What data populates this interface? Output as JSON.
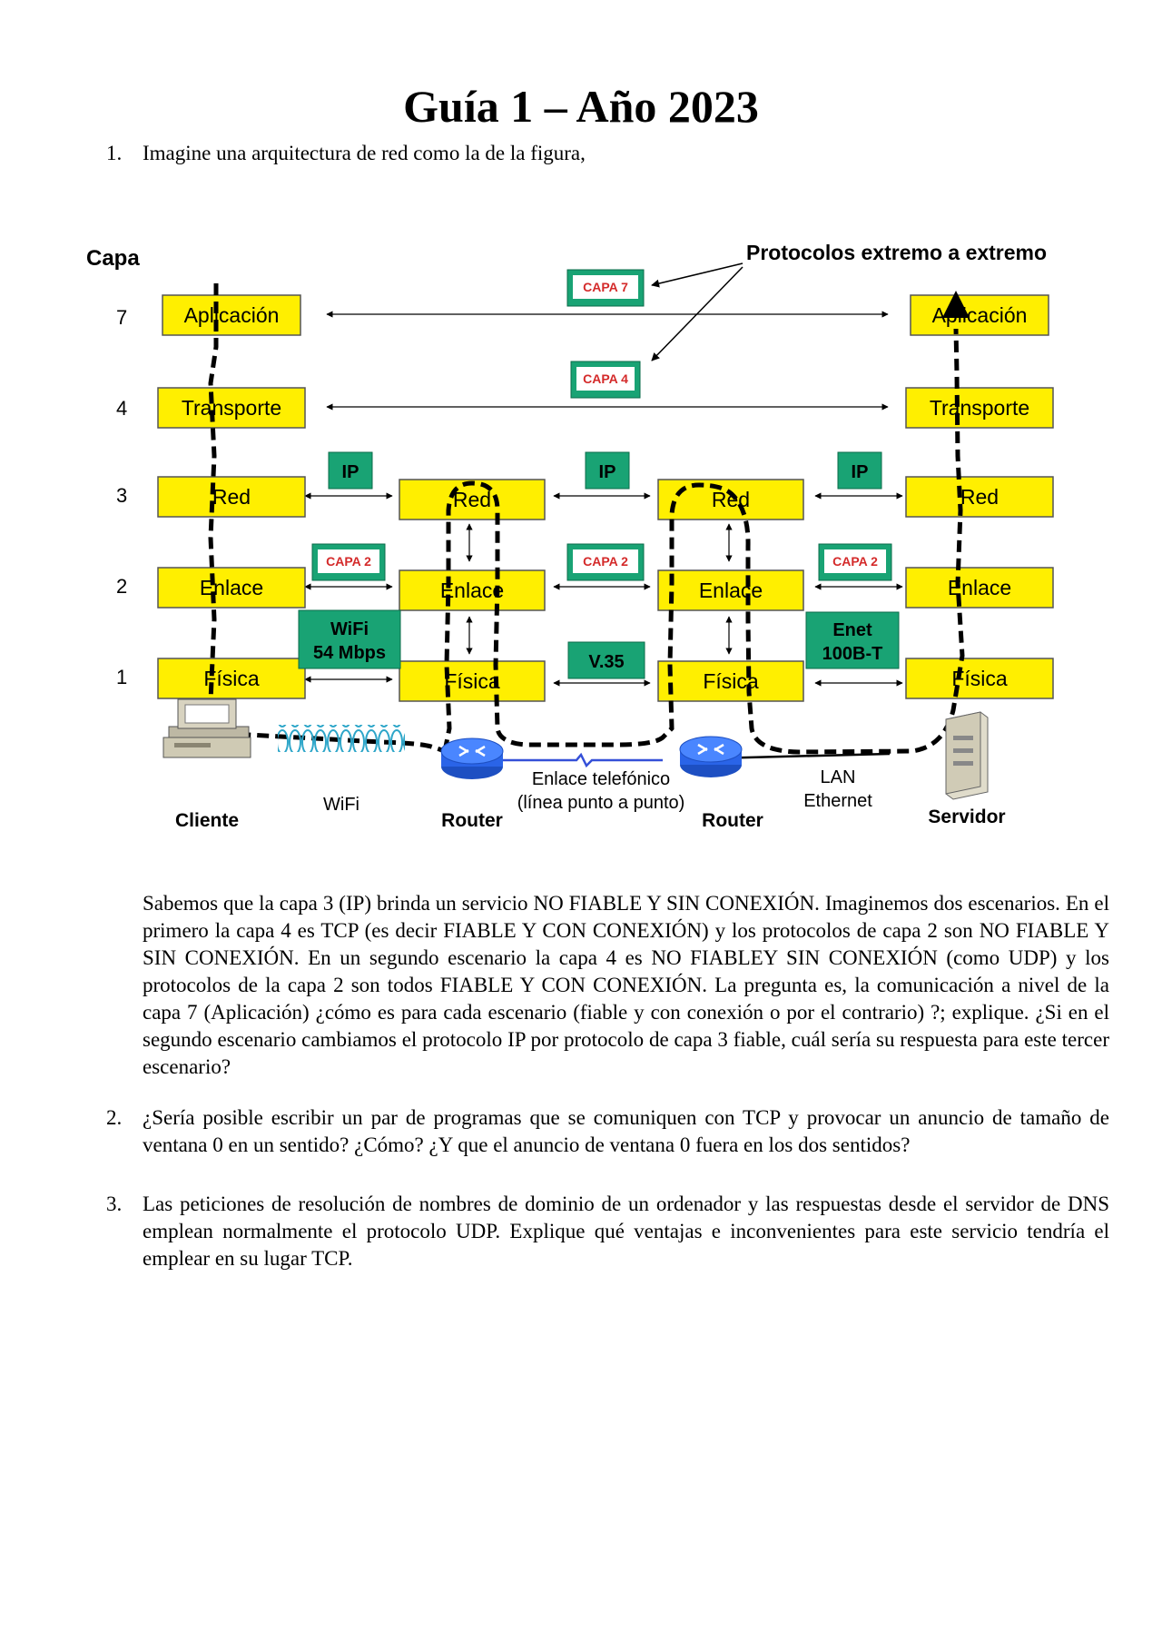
{
  "title": "Guía 1 – Año 2023",
  "questions": [
    {
      "number": "1.",
      "intro": "Imagine una arquitectura de red como la de la figura,",
      "body": "Sabemos que la capa 3 (IP) brinda un servicio NO FIABLE Y SIN CONEXIÓN. Imaginemos dos escenarios. En el primero la capa 4 es TCP (es decir FIABLE Y CON CONEXIÓN) y los protocolos de capa 2 son NO FIABLE Y SIN CONEXIÓN. En un segundo escenario la capa 4 es NO FIABLEY SIN CONEXIÓN (como UDP) y los protocolos de la capa 2 son todos FIABLE Y CON CONEXIÓN. La pregunta es, la comunicación a nivel de la capa 7 (Aplicación) ¿cómo es para cada escenario (fiable y con conexión o por el contrario) ?; explique. ¿Si en el segundo  escenario cambiamos el protocolo IP por protocolo de capa 3 fiable, cuál sería su respuesta para este tercer escenario?"
    },
    {
      "number": "2.",
      "body": "¿Sería posible escribir un par de programas que se comuniquen con TCP y provocar un anuncio de tamaño de ventana 0 en un sentido? ¿Cómo? ¿Y que el anuncio de ventana 0 fuera  en los  dos sentidos?"
    },
    {
      "number": "3.",
      "body": "Las peticiones de resolución de nombres de dominio de un ordenador y las respuestas desde el servidor de DNS emplean normalmente el protocolo UDP. Explique qué ventajas e inconvenientes para este servicio tendría el emplear en su lugar TCP."
    }
  ],
  "figure": {
    "capa_label": "Capa",
    "layer_numbers": [
      "7",
      "4",
      "3",
      "2",
      "1"
    ],
    "end_to_end_label": "Protocolos extremo a extremo",
    "layers": {
      "aplicacion": "Aplicación",
      "transporte": "Transporte",
      "red": "Red",
      "enlace": "Enlace",
      "fisica": "Física"
    },
    "tags": {
      "capa7": "CAPA 7",
      "capa4": "CAPA 4",
      "capa2": "CAPA 2",
      "ip": "IP",
      "wifi_line1": "WiFi",
      "wifi_line2": "54 Mbps",
      "v35": "V.35",
      "enet_line1": "Enet",
      "enet_line2": "100B-T"
    },
    "devices": {
      "cliente": "Cliente",
      "router": "Router",
      "servidor": "Servidor",
      "wifi": "WiFi",
      "phone_line1": "Enlace telefónico",
      "phone_line2": "(línea punto a punto)",
      "lan_line1": "LAN",
      "lan_line2": "Ethernet"
    },
    "colors": {
      "layer_fill": "#ffef00",
      "tag_fill": "#19a374",
      "tag_text_red": "#d42a2a",
      "router_blue": "#2a64e8"
    }
  }
}
